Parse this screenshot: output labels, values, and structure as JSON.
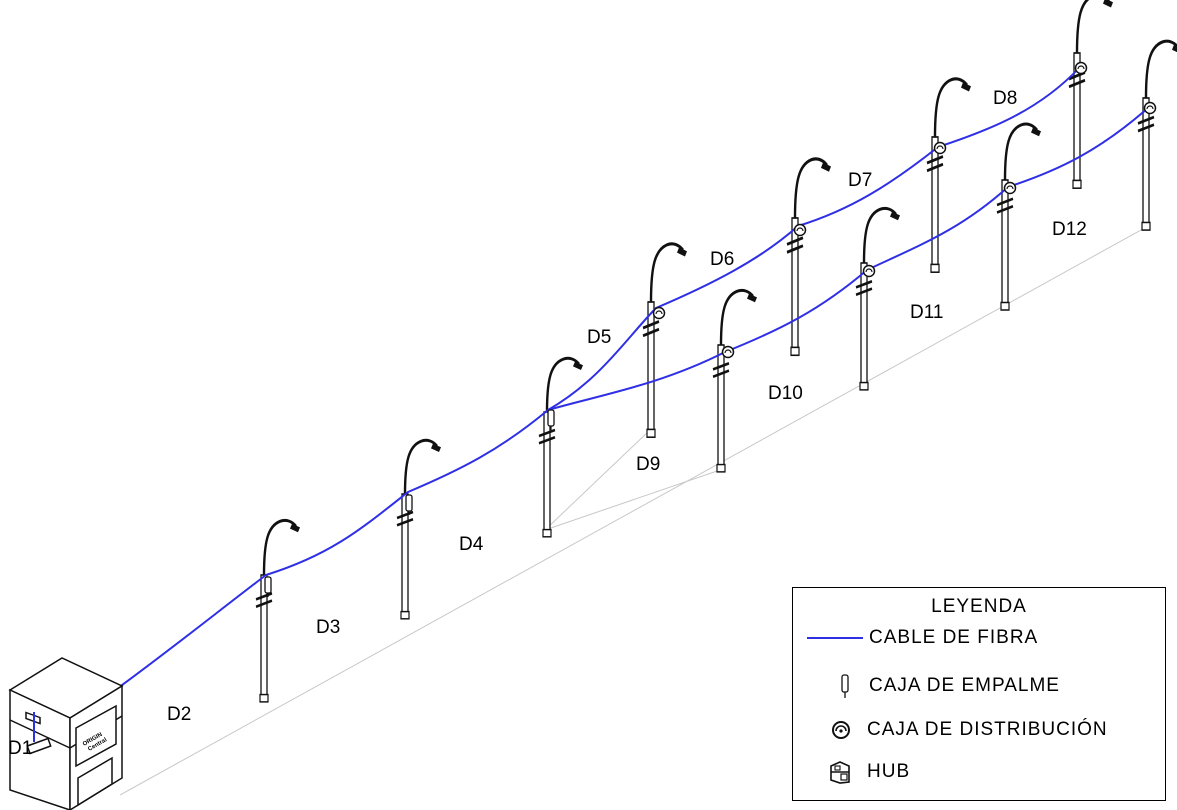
{
  "diagram": {
    "segment_labels": [
      "D1",
      "D2",
      "D3",
      "D4",
      "D5",
      "D6",
      "D7",
      "D8",
      "D9",
      "D10",
      "D11",
      "D12"
    ],
    "hub_sign": "ORIGIN\nCentral",
    "colors": {
      "fiber": "#2f2fe6",
      "ink": "#111111",
      "ground": "#c8c8c8"
    }
  },
  "legend": {
    "title": "LEYENDA",
    "items": [
      {
        "label": "CABLE DE FIBRA",
        "icon": "fiber-line-icon"
      },
      {
        "label": "CAJA DE EMPALME",
        "icon": "splice-box-icon"
      },
      {
        "label": "CAJA DE DISTRIBUCIÓN",
        "icon": "distribution-box-icon"
      },
      {
        "label": "HUB",
        "icon": "hub-cabinet-icon"
      }
    ]
  }
}
